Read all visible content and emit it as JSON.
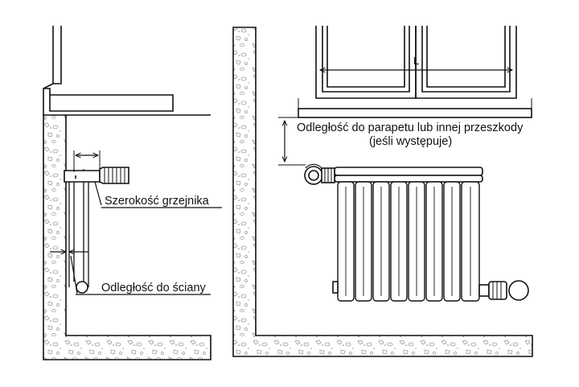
{
  "diagram": {
    "left_panel": {
      "radiator_width_label": "Szerokość grzejnika",
      "wall_distance_label": "Odległość do ściany"
    },
    "right_panel": {
      "window_width_label": "L",
      "parapet_distance_label_line1": "Odległość do parapetu lub innej przeszkody",
      "parapet_distance_label_line2": "(jeśli występuje)",
      "radiator_sections": 8
    }
  }
}
